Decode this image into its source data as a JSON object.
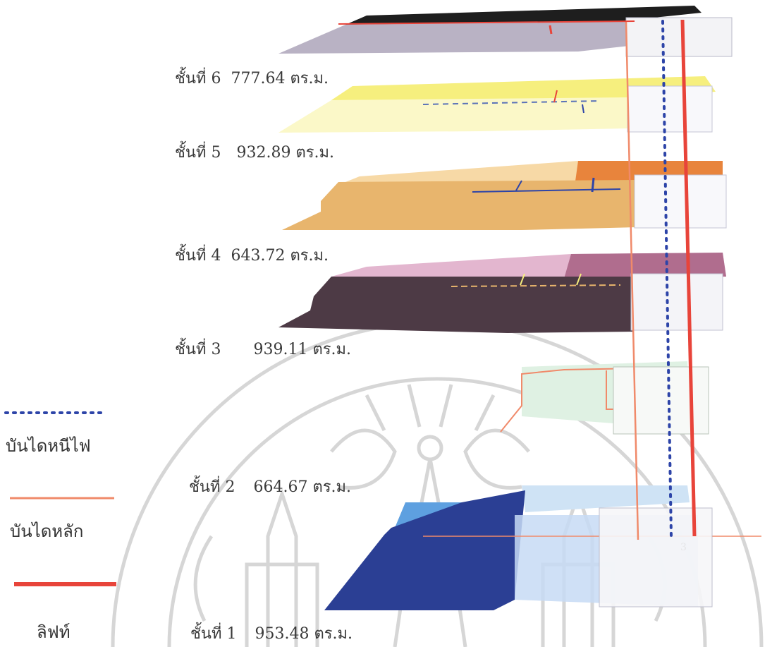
{
  "floors": [
    {
      "id": "f6",
      "name": "ชั้นที่ 6",
      "area": "777.64 ตร.ม.",
      "color": "#b9b2c4",
      "roof_color": "#1e1e1e"
    },
    {
      "id": "f5",
      "name": "ชั้นที่ 5",
      "area": "932.89 ตร.ม.",
      "color": "#f6ef7e",
      "light_color": "#fbf8c8"
    },
    {
      "id": "f4",
      "name": "ชั้นที่ 4",
      "area": "643.72 ตร.ม.",
      "color": "#e8b56d",
      "accent_color": "#e8843c"
    },
    {
      "id": "f3",
      "name": "ชั้นที่ 3",
      "area": "939.11 ตร.ม.",
      "color": "#4d3a45",
      "accent_color": "#b06d8e"
    },
    {
      "id": "f2",
      "name": "ชั้นที่ 2",
      "area": "664.67 ตร.ม.",
      "color": "#c9e8cf"
    },
    {
      "id": "f1",
      "name": "ชั้นที่ 1",
      "area": "953.48 ตร.ม.",
      "color": "#2b3f94",
      "light_color": "#5ea0e0",
      "floor_number": "3"
    }
  ],
  "legend": [
    {
      "id": "fire-stair",
      "label": "บันไดหนีไฟ",
      "color": "#2d44a8",
      "style": "dotted"
    },
    {
      "id": "main-stair",
      "label": "บันไดหลัก",
      "color": "#f08a6a",
      "style": "solid"
    },
    {
      "id": "lift",
      "label": "ลิฟท์",
      "color": "#e8443a",
      "style": "solid-thick"
    }
  ],
  "watermark_color": "#c8c8c8"
}
